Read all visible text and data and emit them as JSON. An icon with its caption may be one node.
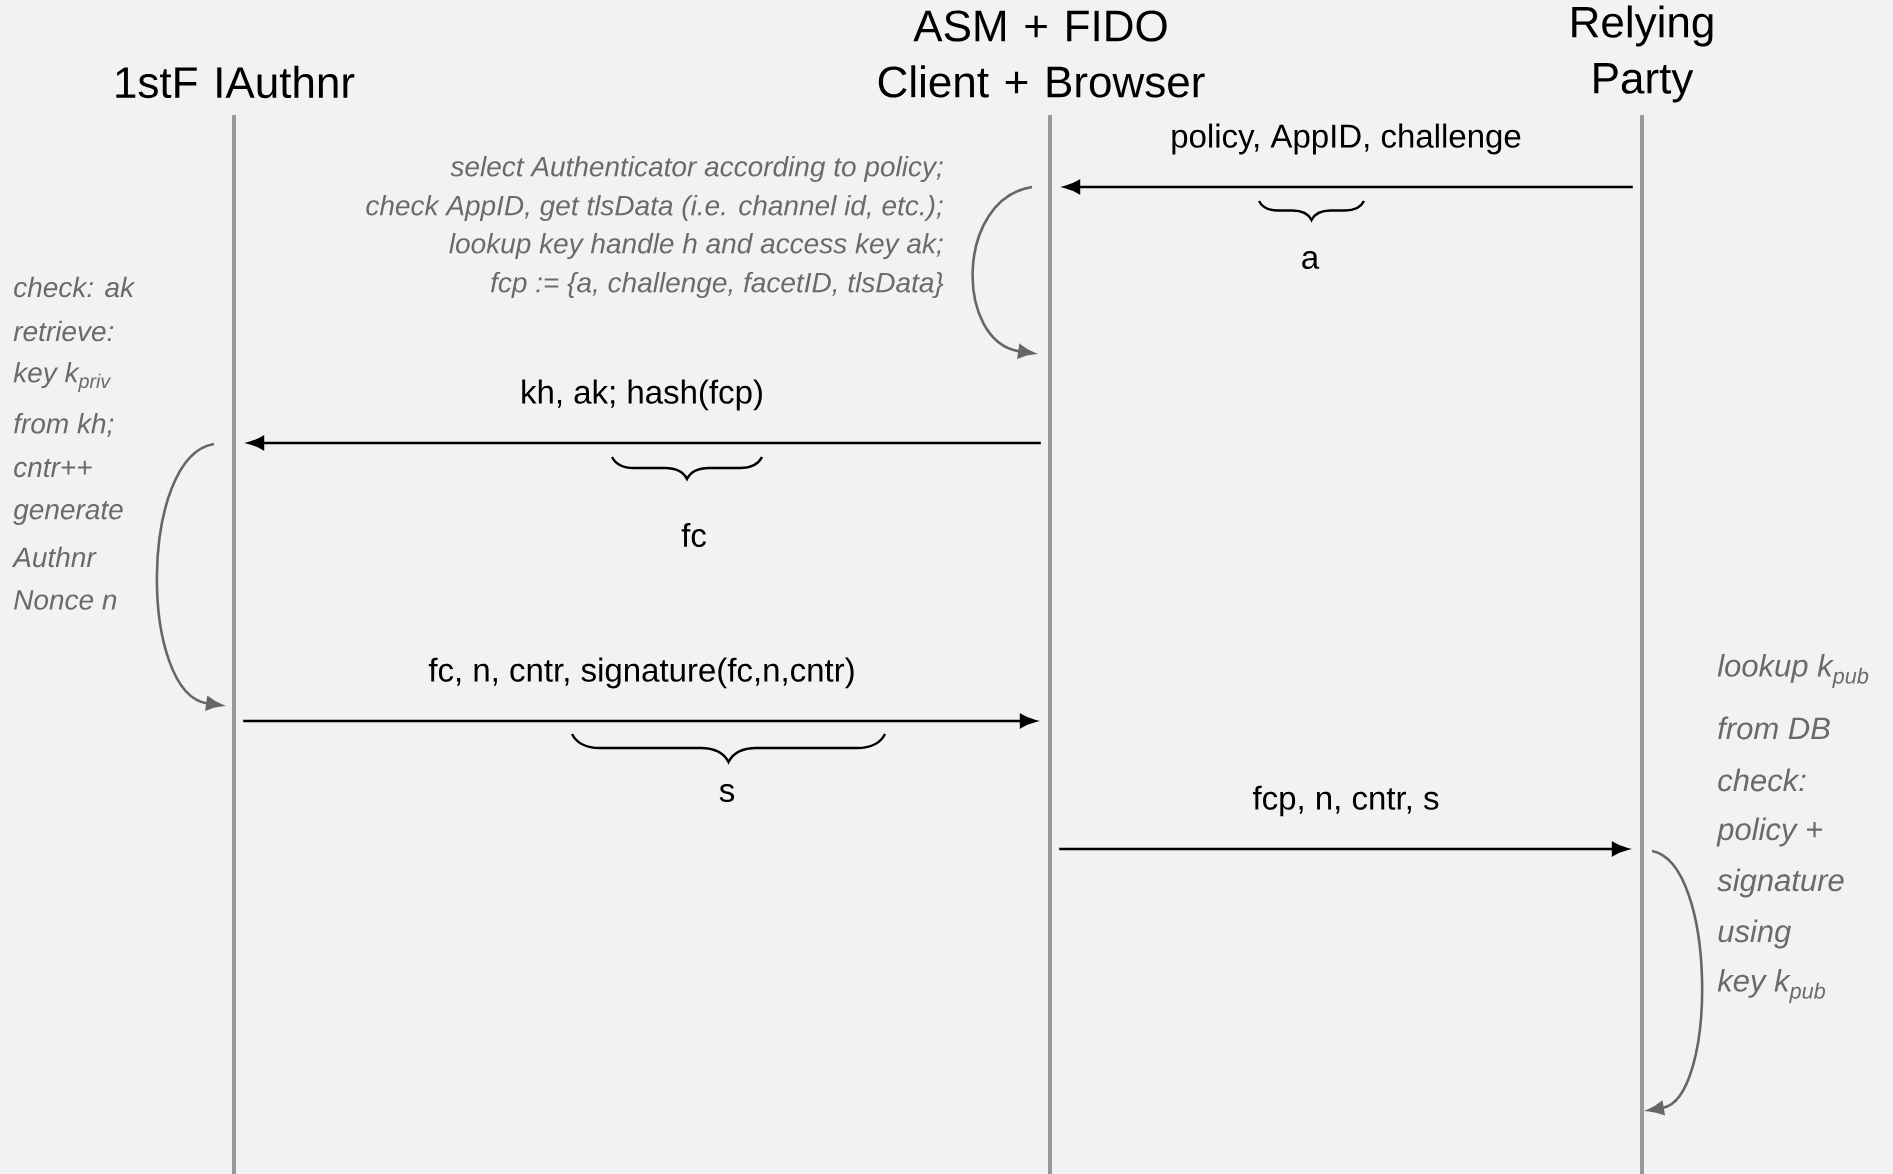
{
  "diagram": {
    "nodes": [
      {
        "text": [
          "1stF IAuthnr"
        ]
      },
      {
        "text": [
          "ASM + FIDO Client + Browser"
        ]
      },
      {
        "text": [
          "Relying Party"
        ]
      },
      {
        "text": [],
        "shape": "bar"
      },
      {
        "text": [],
        "shape": "bar"
      },
      {
        "text": [],
        "shape": "bar"
      }
    ],
    "edges": [
      {
        "from": 5,
        "to": 4,
        "arrow": "to",
        "label": "policy, AppID, challenge"
      },
      {
        "from": 4,
        "to": 4,
        "arrow": "to",
        "color": "#666666"
      },
      {
        "from": 4,
        "to": 3,
        "arrow": "to",
        "label": "kh, ak; hash(fcp)"
      },
      {
        "from": 3,
        "to": 3,
        "arrow": "to",
        "color": "#666666"
      },
      {
        "from": 3,
        "to": 4,
        "arrow": "to",
        "label": "fc, n, cntr, signature(fc,n,cntr)"
      },
      {
        "from": 4,
        "to": 5,
        "arrow": "to",
        "label": "fcp, n, cntr, s"
      },
      {
        "from": 5,
        "to": 5,
        "arrow": "to",
        "color": "#666666"
      }
    ],
    "labels": [
      "select Authenticator according to policy;",
      "check AppID, get tlsData (i.e. channel id, etc.);",
      "lookup key handle h and access key ak;",
      "fcp := {a, challenge, facetID, tlsData}",
      "a",
      "check: ak",
      "retrieve:",
      "key k$_{priv}$",
      "from kh;",
      "cntr++",
      "generate",
      "Authnr",
      "Nonce n",
      "fc",
      "s",
      "lookup k$_{pub}$",
      "from DB",
      "check:",
      "policy +",
      "signature",
      "using",
      "key k$_{pub}$"
    ]
  }
}
